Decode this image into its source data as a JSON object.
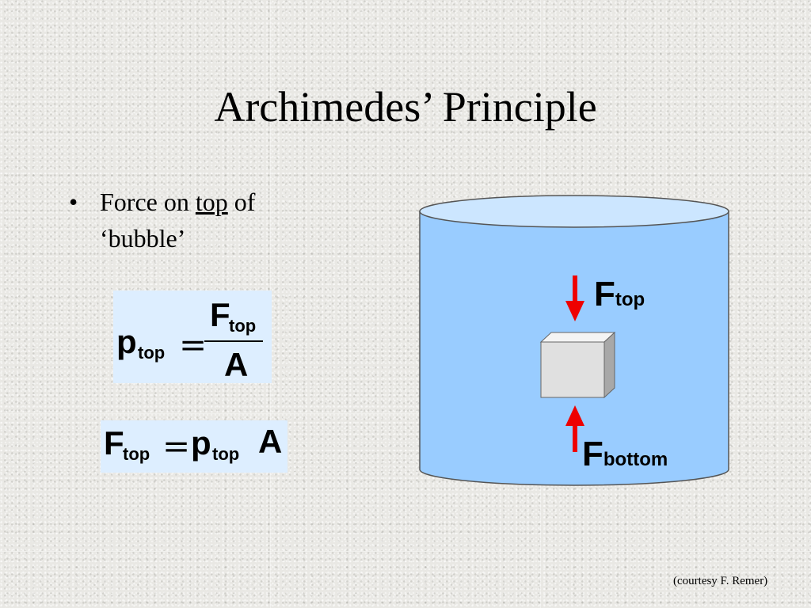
{
  "slide": {
    "title": "Archimedes’ Principle",
    "bullet": {
      "marker": "•",
      "text_before": "Force on ",
      "underlined": "top",
      "text_after": " of",
      "line2": "‘bubble’"
    },
    "equation1": {
      "lhs_symbol": "p",
      "lhs_sub": "top",
      "operator": "=",
      "numerator_symbol": "F",
      "numerator_sub": "top",
      "denominator": "A"
    },
    "equation2": {
      "lhs_symbol": "F",
      "lhs_sub": "top",
      "operator": "=",
      "rhs_symbol": "p",
      "rhs_sub": "top",
      "rhs_factor": "A"
    },
    "diagram": {
      "force_top": {
        "symbol": "F",
        "sub": "top"
      },
      "force_bottom": {
        "symbol": "F",
        "sub": "bottom"
      }
    },
    "credit": "(courtesy F. Remer)"
  },
  "colors": {
    "water": "#99ccff",
    "water_top": "#cce6ff",
    "arrow": "#ee0000",
    "cube_front": "#e0e0e0",
    "equation_box": "#ddeeff"
  },
  "icons": {
    "force_arrow": "red-arrow",
    "cube": "cube-shape",
    "container": "cylinder-shape"
  }
}
